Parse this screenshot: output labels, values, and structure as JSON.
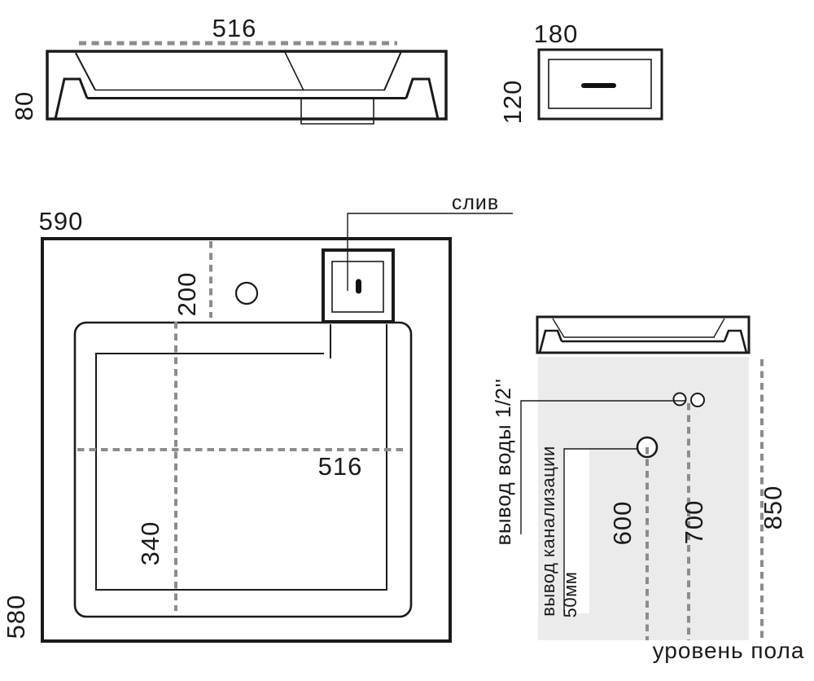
{
  "front_view": {
    "width": "516",
    "height": "80"
  },
  "side_view": {
    "width": "180",
    "height": "120"
  },
  "plan_view": {
    "width": "590",
    "height": "580",
    "drain_offset": "200",
    "bowl_width": "516",
    "bowl_offset": "340",
    "drain_label": "слив"
  },
  "installation": {
    "water_label": "вывод воды 1/2''",
    "sewer_label": "вывод канализации",
    "sewer_size": "50мм",
    "dim_600": "600",
    "dim_700": "700",
    "dim_850": "850",
    "floor_label": "уровень пола"
  },
  "colors": {
    "line": "#1a1a1a",
    "dash": "#8c8c8c",
    "wall_fill": "#ebebeb"
  }
}
